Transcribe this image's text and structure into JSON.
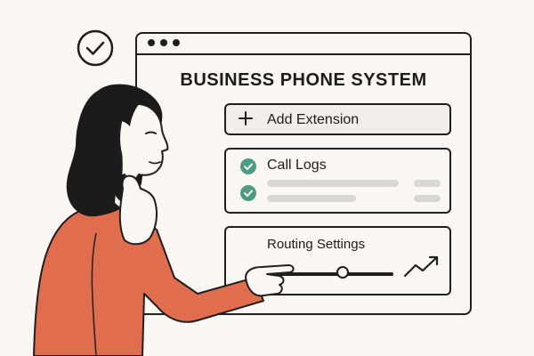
{
  "app": {
    "title": "BUSINESS PHONE SYSTEM"
  },
  "add_extension": {
    "label": "Add Extension",
    "icon": "plus-icon"
  },
  "call_logs": {
    "title": "Call Logs",
    "entries": 2,
    "icon": "check-circle-icon"
  },
  "routing": {
    "title": "Routing Settings",
    "slider_value": 0.6,
    "icon": "trend-up-icon"
  },
  "colors": {
    "accent_green": "#4e9a83",
    "shirt_orange": "#e06e4e",
    "outline": "#1f1f1f",
    "background": "#fbf8f3",
    "placeholder": "#d8d8d4"
  }
}
